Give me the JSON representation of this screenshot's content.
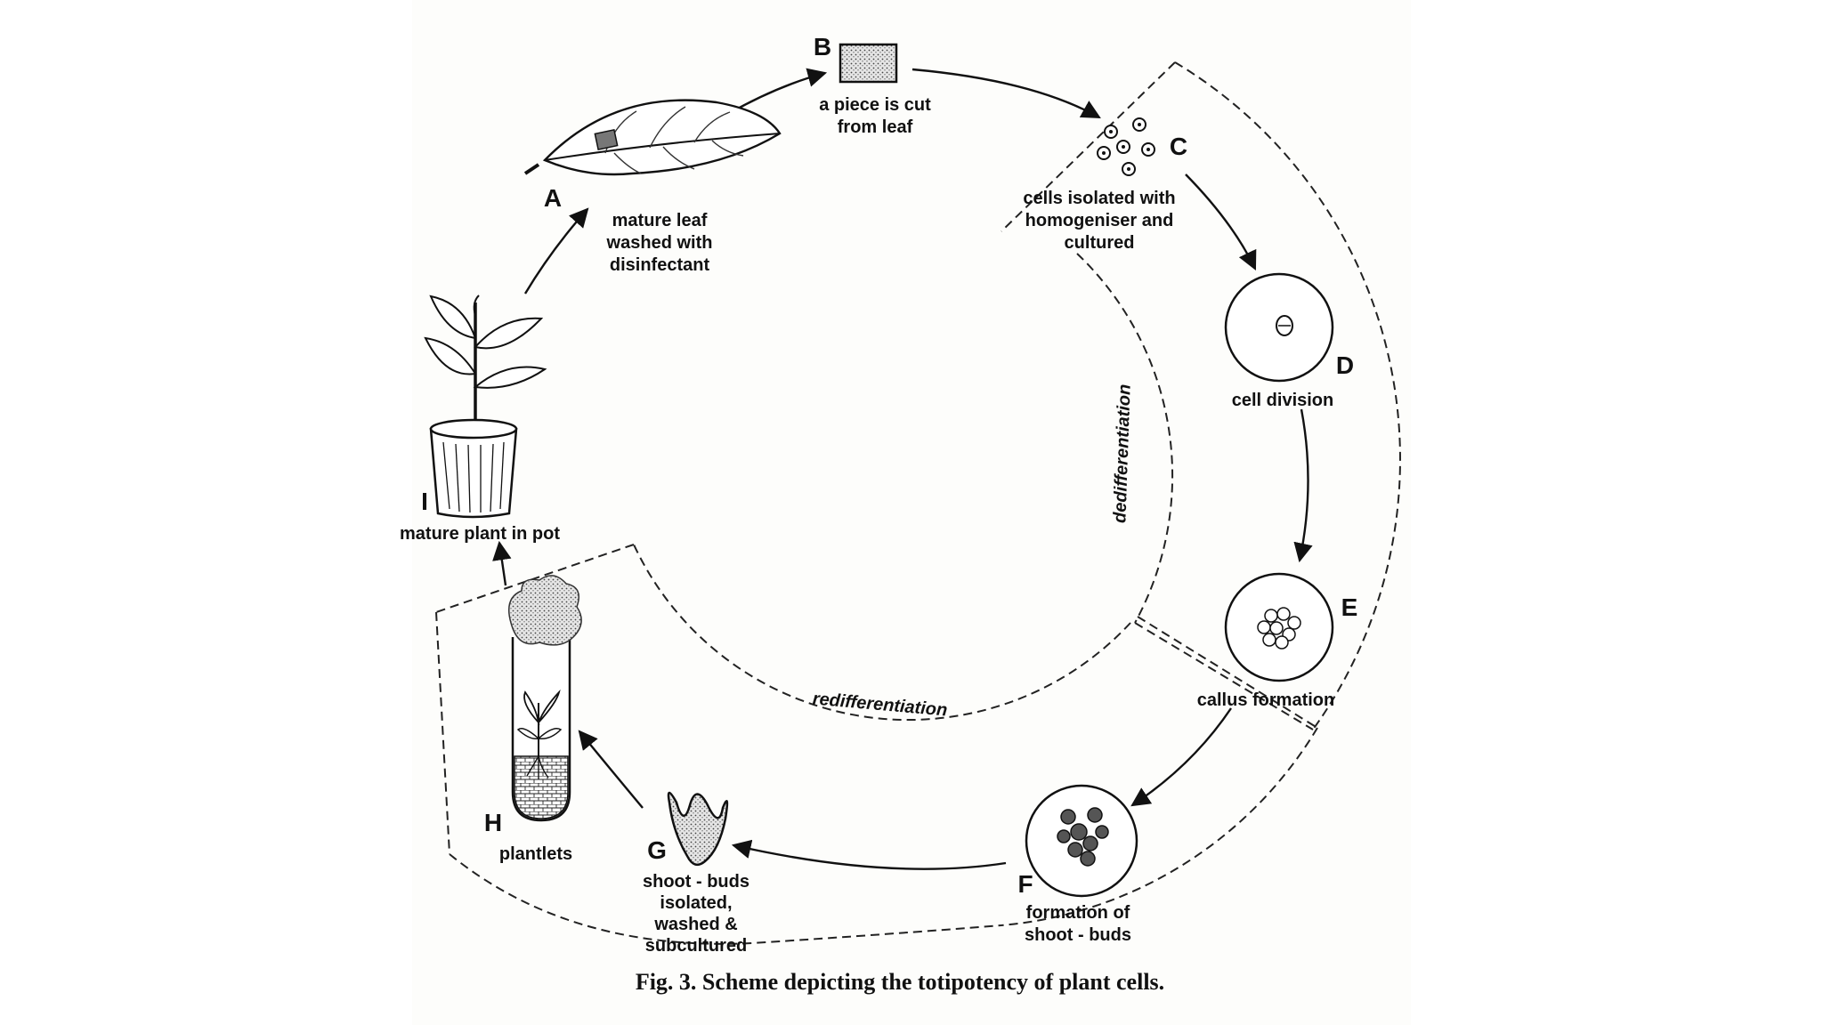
{
  "figure": {
    "caption": "Fig. 3. Scheme depicting the totipotency of plant cells.",
    "stages": [
      {
        "id": "A",
        "lines": [
          "mature leaf",
          "washed with",
          "disinfectant"
        ]
      },
      {
        "id": "B",
        "lines": [
          "a piece is cut",
          "from leaf"
        ]
      },
      {
        "id": "C",
        "lines": [
          "cells isolated with",
          "homogeniser and",
          "cultured"
        ]
      },
      {
        "id": "D",
        "lines": [
          "cell division"
        ]
      },
      {
        "id": "E",
        "lines": [
          "callus formation"
        ]
      },
      {
        "id": "F",
        "lines": [
          "formation of",
          "shoot - buds"
        ]
      },
      {
        "id": "G",
        "lines": [
          "shoot - buds",
          "isolated,",
          "washed &",
          "subcultured"
        ]
      },
      {
        "id": "H",
        "lines": [
          "plantlets"
        ]
      },
      {
        "id": "I",
        "lines": [
          "mature plant in pot"
        ]
      }
    ],
    "phases": {
      "dedifferentiation": "dedifferentiation",
      "redifferentiation": "redifferentiation"
    }
  }
}
